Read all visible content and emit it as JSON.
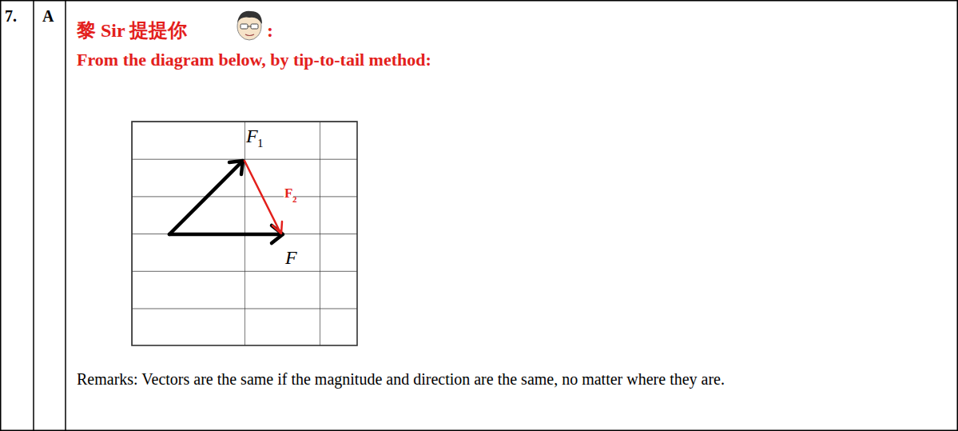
{
  "diagram": {
    "labels": [
      "7.",
      "A",
      "黎 Sir 提提你",
      ":",
      "From the diagram below, by tip-to-tail method:",
      "F",
      "1",
      "F",
      "2",
      "F",
      "Remarks: Vectors are the same if the magnitude and direction are the same, no matter where they are."
    ]
  }
}
